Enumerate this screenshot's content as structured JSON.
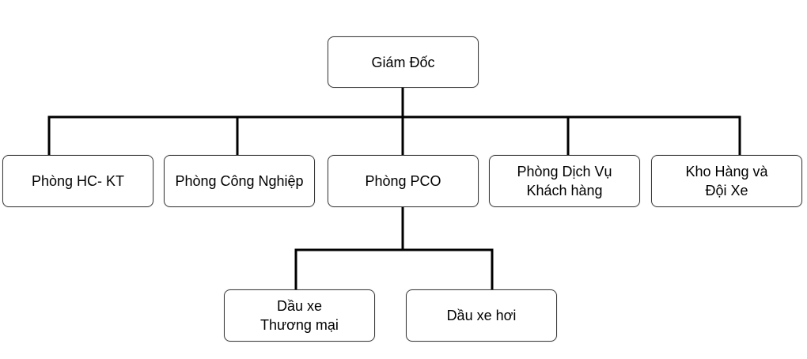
{
  "org_chart": {
    "root": {
      "label": "Giám Đốc"
    },
    "departments": [
      {
        "label": "Phòng HC- KT"
      },
      {
        "label": "Phòng Công Nghiệp"
      },
      {
        "label": "Phòng PCO"
      },
      {
        "label": "Phòng Dịch Vụ\nKhách hàng"
      },
      {
        "label": "Kho Hàng và\nĐội Xe"
      }
    ],
    "pco_children": [
      {
        "label": "Dầu xe\nThương mại"
      },
      {
        "label": "Dầu xe hơi"
      }
    ],
    "colors": {
      "line": "#000000",
      "box_border": "#3a3a3a",
      "box_fill": "#ffffff",
      "text": "#000000"
    }
  }
}
